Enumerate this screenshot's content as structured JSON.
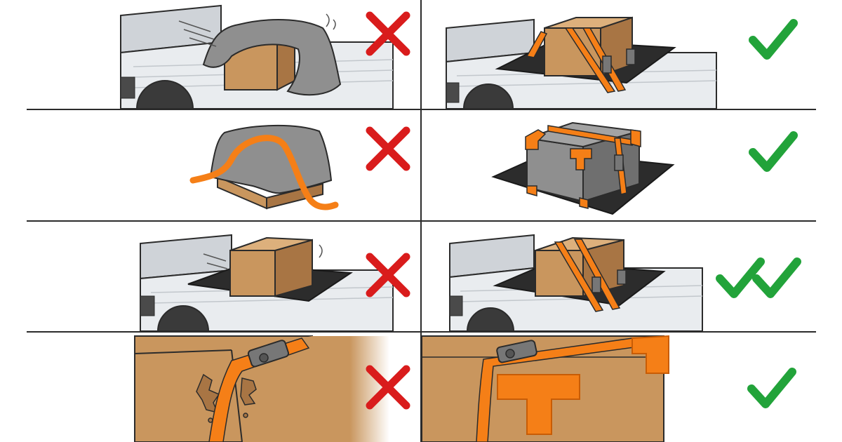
{
  "colors": {
    "wrong": "#d91c1c",
    "right": "#22a33a",
    "strap": "#f57f17",
    "strap_dark": "#c85c05",
    "cardboard": "#c9965e",
    "cardboard_dark": "#a87544",
    "cardboard_light": "#ddb07c",
    "tarp": "#8f8f8f",
    "tarp_dark": "#6f6f6f",
    "mat": "#2c2c2c",
    "truck_bed": "#e9ecef",
    "truck_wall": "#cfd3d8",
    "outline": "#2b2b2b"
  },
  "rows": [
    {
      "wrong": {
        "illustration": "box-under-loose-tarp-sliding-in-truck",
        "mark": "cross-icon"
      },
      "right": {
        "illustration": "box-strapped-to-anti-slip-mat-in-truck",
        "mark": "check-icon",
        "mark_count": 1
      }
    },
    {
      "wrong": {
        "illustration": "tarp-box-with-loose-strap",
        "mark": "cross-icon"
      },
      "right": {
        "illustration": "tarp-box-strapped-with-corner-protectors-on-mat",
        "mark": "check-icon",
        "mark_count": 1
      }
    },
    {
      "wrong": {
        "illustration": "box-on-mat-unstrapped-in-truck",
        "mark": "cross-icon"
      },
      "right": {
        "illustration": "box-on-mat-strapped-in-truck",
        "mark": "check-icon",
        "mark_count": 2
      }
    },
    {
      "wrong": {
        "illustration": "strap-tearing-box-edge",
        "mark": "cross-icon"
      },
      "right": {
        "illustration": "strap-over-corner-protector",
        "mark": "check-icon",
        "mark_count": 1
      }
    }
  ]
}
